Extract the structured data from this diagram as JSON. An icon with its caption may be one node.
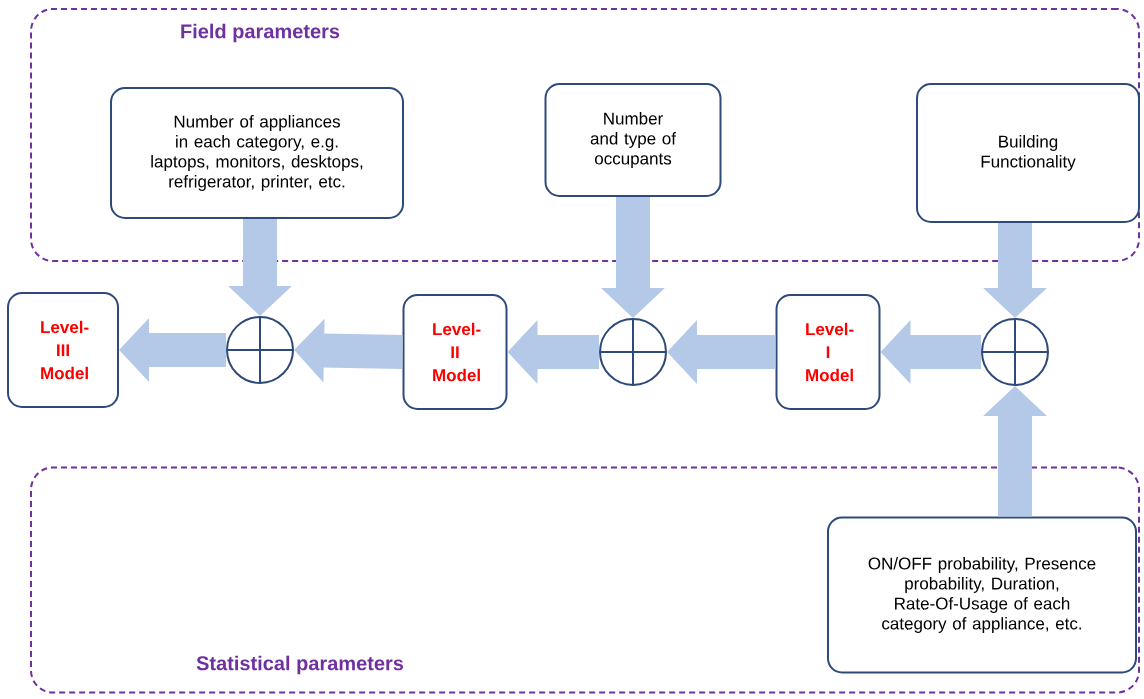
{
  "diagram": {
    "nodes": [
      {
        "text": [
          "Field parameters"
        ]
      },
      {
        "text": [
          "Number of appliances in each category, e.g. laptops, monitors, desktops, refrigerator, printer, etc."
        ],
        "in": 0
      },
      {
        "text": [
          "Number and type of occupants"
        ],
        "in": 0
      },
      {
        "text": [
          "Building Functionality"
        ],
        "in": 0
      },
      {
        "text": [
          "Level-III Model"
        ]
      },
      {
        "text": [],
        "shape": "circle"
      },
      {
        "text": [
          "Level-II Model"
        ]
      },
      {
        "text": [],
        "shape": "circle"
      },
      {
        "text": [
          "Level-I Model"
        ]
      },
      {
        "text": [],
        "shape": "circle"
      },
      {
        "text": [
          "Statistical parameters"
        ]
      },
      {
        "text": [
          "ON/OFF probability, Presence probability, Duration, Rate-Of-Usage of each category of appliance, etc."
        ],
        "in": 10
      }
    ],
    "edges": [
      {
        "from": 1,
        "to": 5,
        "arrow": "to"
      },
      {
        "from": 2,
        "to": 7,
        "arrow": "to"
      },
      {
        "from": 3,
        "to": 9,
        "arrow": "to"
      },
      {
        "from": 11,
        "to": 9,
        "arrow": "to"
      },
      {
        "from": 9,
        "to": 8,
        "arrow": "to"
      },
      {
        "from": 8,
        "to": 7,
        "arrow": "to"
      },
      {
        "from": 7,
        "to": 6,
        "arrow": "to"
      },
      {
        "from": 6,
        "to": 5,
        "arrow": "to"
      },
      {
        "from": 5,
        "to": 4,
        "arrow": "to"
      }
    ]
  }
}
